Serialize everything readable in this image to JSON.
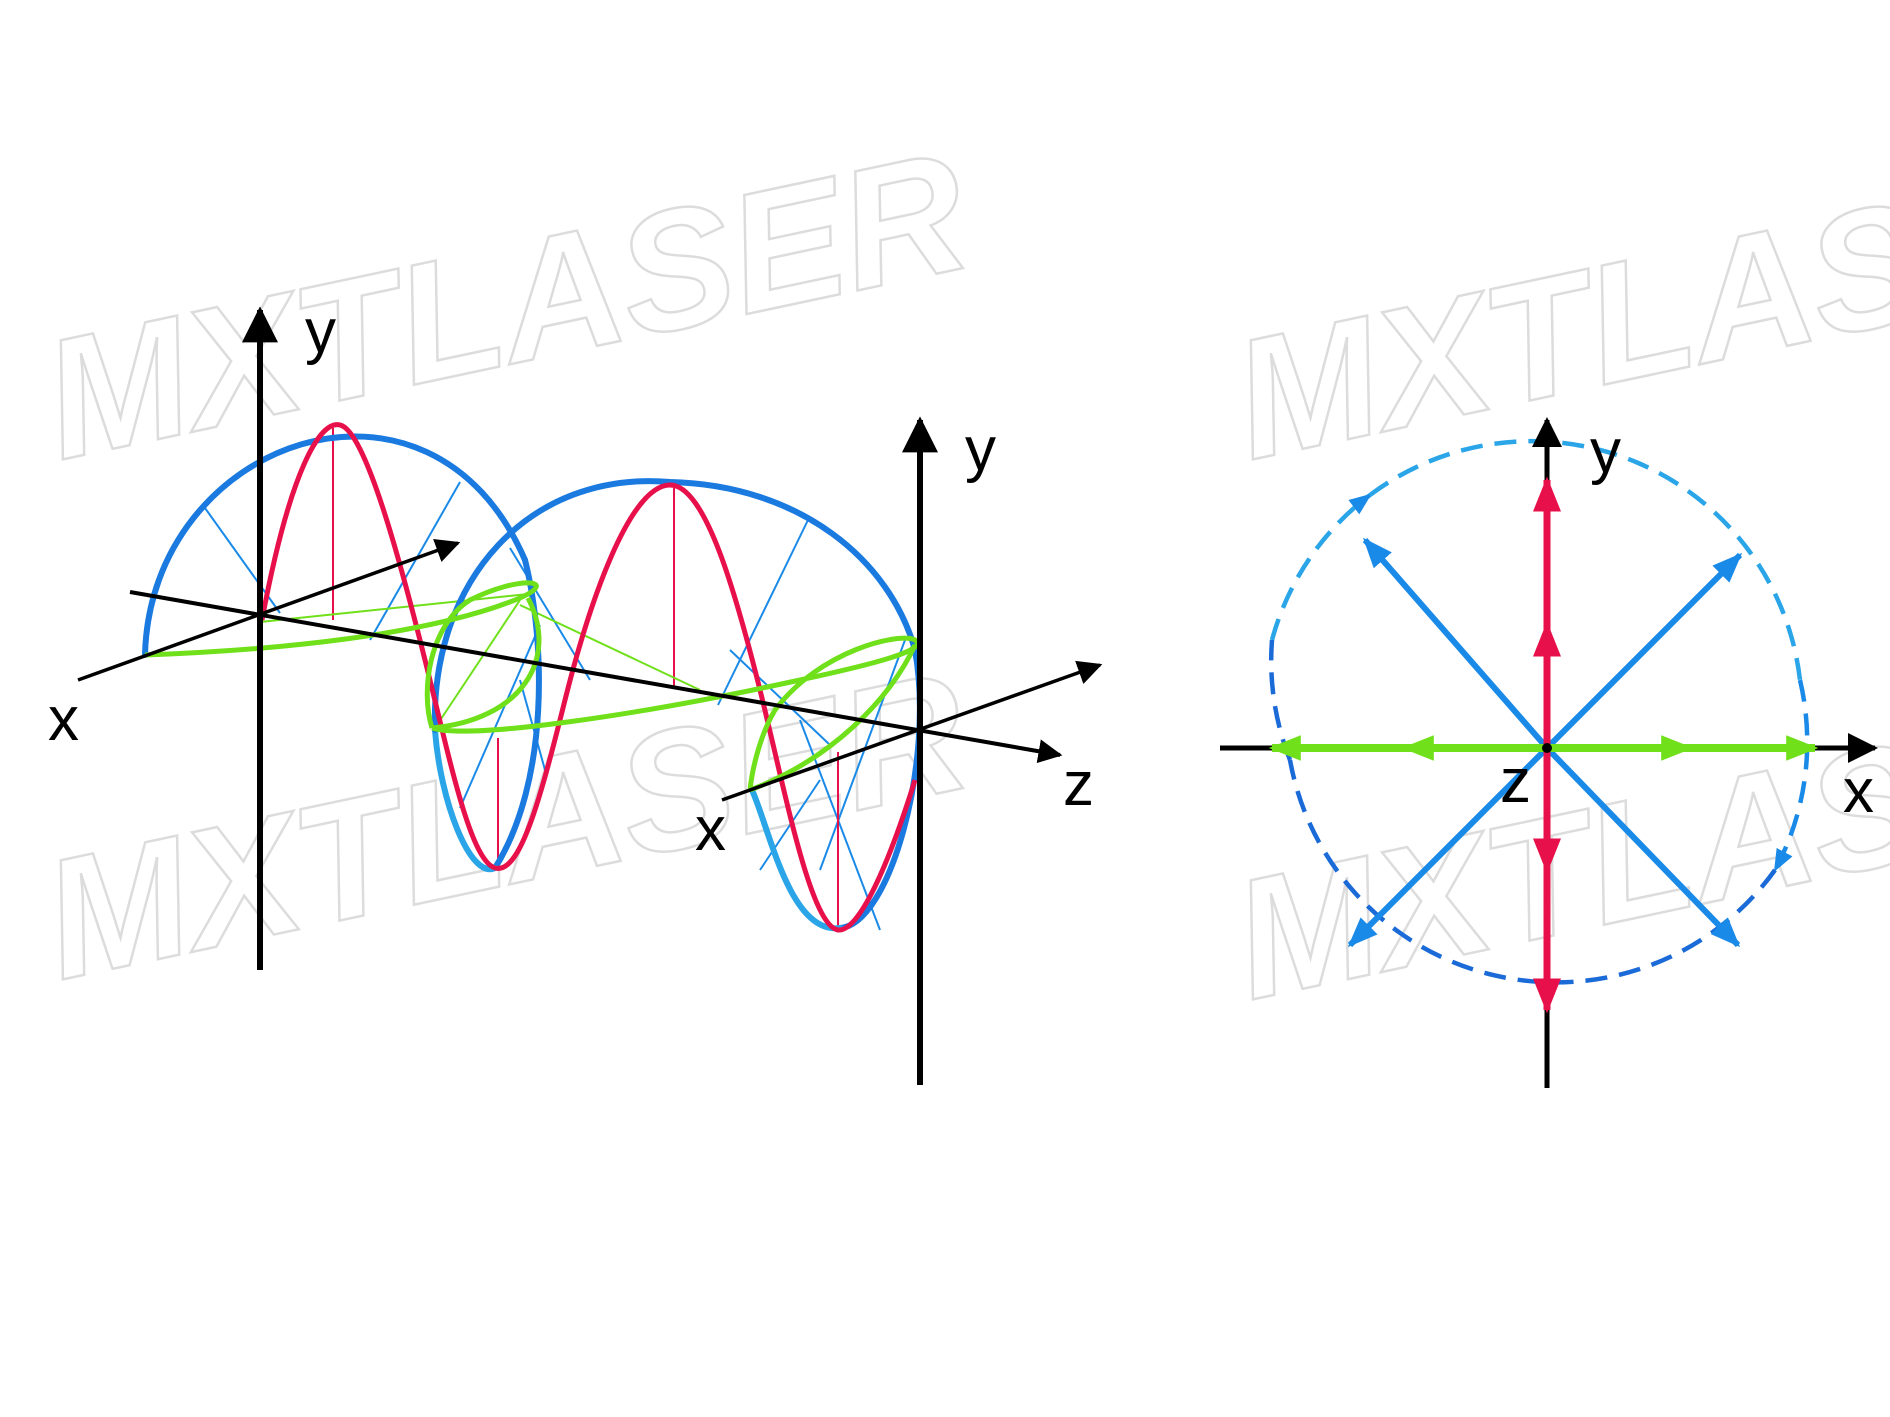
{
  "labels": {
    "left_y_start": "y",
    "left_x_start": "x",
    "left_y_end": "y",
    "left_x_end": "x",
    "left_z": "z",
    "right_y": "y",
    "right_x": "x",
    "right_z": "z"
  },
  "watermark": {
    "text_1": "MXTLASER",
    "text_2": "MXTLASER",
    "text_3": "MXTLASER",
    "text_4": "MXTLASER"
  },
  "colors": {
    "axis": "#000000",
    "circular_wave": "#1a7ae0",
    "circular_wave_light": "#2aa5e8",
    "vertical_component": "#e8104a",
    "horizontal_component": "#6fe01a",
    "watermark": "#dcdcdc"
  }
}
